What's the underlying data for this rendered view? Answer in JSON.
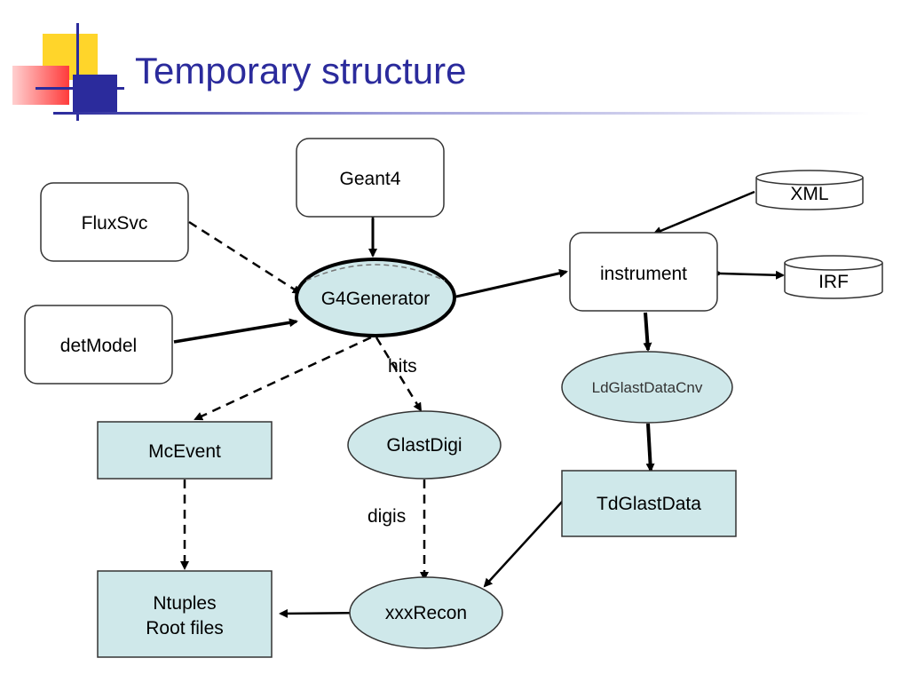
{
  "slide": {
    "title": "Temporary structure"
  },
  "nodes": {
    "geant4": "Geant4",
    "fluxsvc": "FluxSvc",
    "g4generator": "G4Generator",
    "detmodel": "detModel",
    "xml": "XML",
    "instrument": "instrument",
    "irf": "IRF",
    "ldglastdatacnv": "LdGlastDataCnv",
    "mcevent": "McEvent",
    "glastdigi": "GlastDigi",
    "tdglastdata": "TdGlastData",
    "ntuples_line1": "Ntuples",
    "ntuples_line2": "Root files",
    "xxxrecon": "xxxRecon"
  },
  "edge_labels": {
    "hits": "hits",
    "digis": "digis"
  },
  "colors": {
    "title": "#2b2b9c",
    "box_fill": "#cfe8ea",
    "deco_yellow": "#ffd52a",
    "deco_red": "#ff3b3b",
    "deco_blue": "#2b2b9c"
  }
}
